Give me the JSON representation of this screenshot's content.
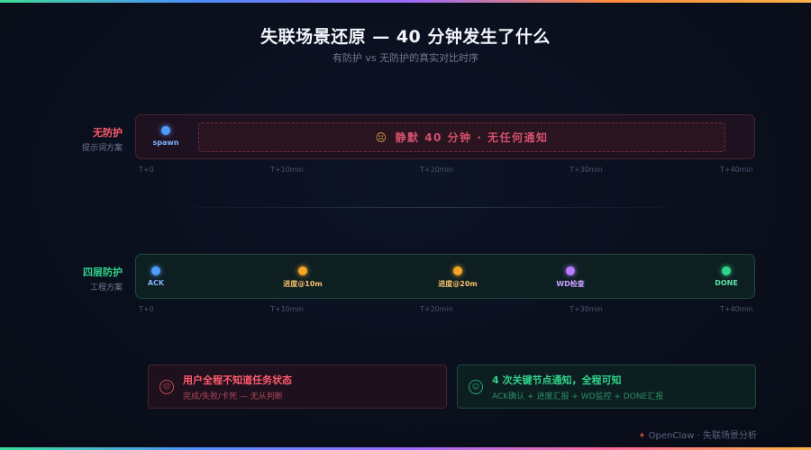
{
  "header": {
    "title": "失联场景还原 — 40 分钟发生了什么",
    "subtitle": "有防护 vs 无防护的真实对比时序"
  },
  "rows": {
    "unprotected": {
      "label": "无防护",
      "sublabel": "提示词方案",
      "color": "#ff5a6e",
      "spawn_label": "spawn",
      "silent_icon": "worried-face-icon",
      "silent_text": "静默 40 分钟 · 无任何通知"
    },
    "protected": {
      "label": "四层防护",
      "sublabel": "工程方案",
      "color": "#2fd38a",
      "nodes": [
        {
          "label": "ACK",
          "color": "#4f9dff"
        },
        {
          "label": "进度@10m",
          "color": "#f5a623"
        },
        {
          "label": "进度@20m",
          "color": "#f5a623"
        },
        {
          "label": "WD检查",
          "color": "#b77cff"
        },
        {
          "label": "DONE",
          "color": "#2fd38a"
        }
      ]
    }
  },
  "ticks": [
    "T+0",
    "T+10min",
    "T+20min",
    "T+30min",
    "T+40min"
  ],
  "cards": {
    "bad": {
      "icon": "sad-face-icon",
      "title": "用户全程不知道任务状态",
      "desc": "完成/失败/卡死 — 无从判断",
      "color": "#ff5a6e"
    },
    "good": {
      "icon": "happy-face-icon",
      "title": "4 次关键节点通知，全程可知",
      "desc": "ACK确认 + 进度汇报 + WD监控 + DONE汇报",
      "color": "#2fd38a"
    }
  },
  "footer": {
    "logo_icon": "lobster-icon",
    "text": "OpenClaw · 失联场景分析"
  }
}
